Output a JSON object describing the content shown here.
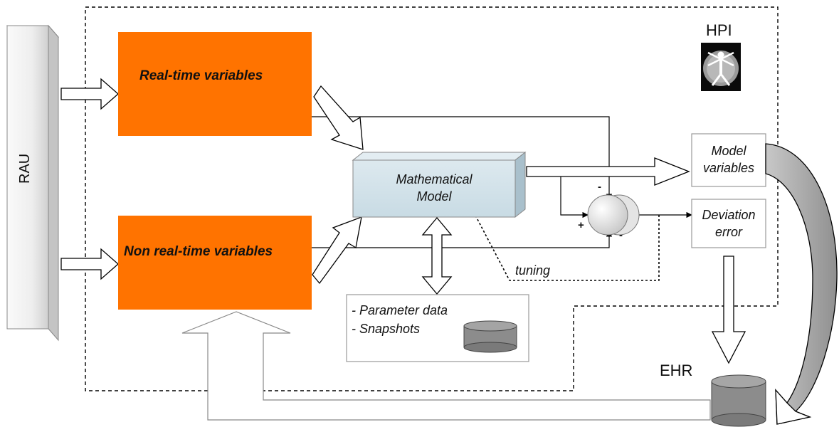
{
  "labels": {
    "rau": "RAU",
    "hpi": "HPI",
    "ehr": "EHR",
    "real_time": "Real-time variables",
    "non_real_time": "Non real-time variables",
    "math_model_line1": "Mathematical",
    "math_model_line2": "Model",
    "model_vars_line1": "Model",
    "model_vars_line2": "variables",
    "deviation_line1": "Deviation",
    "deviation_line2": "error",
    "tuning": "tuning",
    "param_data": "- Parameter data",
    "snapshots": "- Snapshots",
    "sign_top": "-",
    "sign_left": "+",
    "sign_bottom": "-"
  },
  "colors": {
    "orange": "#ff7300",
    "model_box": "#d2e2ea",
    "cylinder": "#8a8a8a",
    "bar": "#f0f0f0"
  },
  "icons": [
    "hpi-vitruvian-logo-icon",
    "database-cylinder-icon"
  ]
}
